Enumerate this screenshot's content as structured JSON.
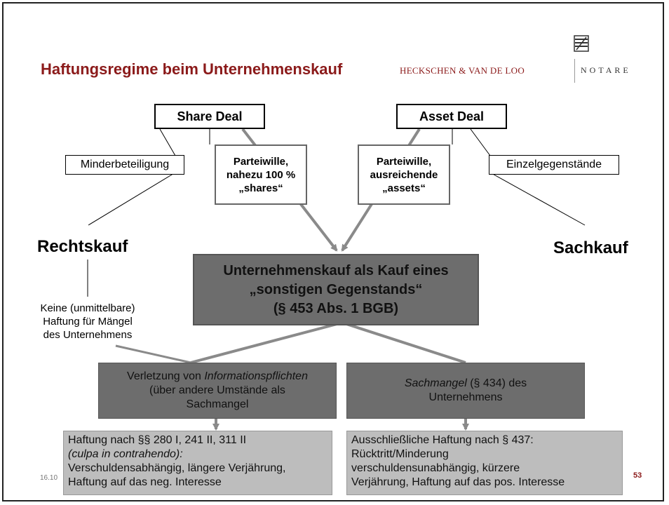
{
  "slide": {
    "title": "Haftungsregime beim Unternehmenskauf",
    "logo_left": "HECKSCHEN & VAN DE LOO",
    "logo_right": "NOTARE",
    "footer_date": "16.10",
    "page_number": "53"
  },
  "deals": {
    "share": "Share Deal",
    "asset": "Asset Deal"
  },
  "side_labels": {
    "minder": "Minderbeteiligung",
    "einzel": "Einzelgegenstände",
    "rechtskauf": "Rechtskauf",
    "sachkauf": "Sachkauf"
  },
  "criteria": {
    "share": [
      "Parteiwille,",
      "nahezu 100 %",
      "„shares“"
    ],
    "asset": [
      "Parteiwille,",
      "ausreichende",
      "„assets“"
    ]
  },
  "central": [
    "Unternehmenskauf als Kauf eines",
    "„sonstigen Gegenstands“",
    "(§ 453 Abs. 1 BGB)"
  ],
  "note": [
    "Keine (unmittelbare)",
    "Haftung für Mängel",
    "des Unternehmens"
  ],
  "branches": {
    "info": {
      "line1_prefix": "Verletzung von ",
      "line1_italic": "Informationspflichten",
      "line2": "(über andere Umstände als",
      "line3": "Sachmangel"
    },
    "sachmangel": {
      "line1_italic": "Sachmangel",
      "line1_suffix": " (§ 434) des",
      "line2": "Unternehmens"
    }
  },
  "results": {
    "left": {
      "line1": "Haftung nach §§ 280 I, 241 II, 311 II",
      "line2_italic": "(culpa in contrahendo):",
      "line3": "Verschuldensabhängig, längere Verjährung,",
      "line4": "Haftung auf das neg. Interesse"
    },
    "right": {
      "line1": "Ausschließliche Haftung nach § 437:",
      "line2": "Rücktritt/Minderung",
      "line3": "verschuldensunabhängig, kürzere",
      "line4": "Verjährung, Haftung auf das pos. Interesse"
    }
  },
  "colors": {
    "title": "#8b1a1a",
    "dark_box": "#6d6d6d",
    "light_box": "#bdbdbd",
    "arrow": "#8a8a8a"
  }
}
